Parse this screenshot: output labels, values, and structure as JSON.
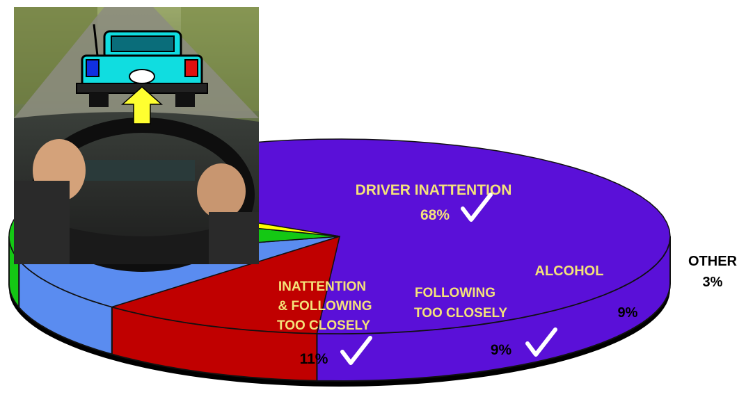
{
  "chart_data": {
    "type": "pie",
    "title": "",
    "slices": [
      {
        "label": "DRIVER INATTENTION",
        "value": 68,
        "display": "68%",
        "color": "#5a10d8",
        "label_color": "#f4e27a",
        "value_color": "#f4e27a",
        "check": true
      },
      {
        "label": "INATTENTION & FOLLOWING TOO CLOSELY",
        "lines": [
          "INATTENTION",
          "& FOLLOWING",
          "TOO CLOSELY"
        ],
        "value": 11,
        "display": "11%",
        "color": "#c00000",
        "label_color": "#f4e27a",
        "value_color": "#000000",
        "check": true
      },
      {
        "label": "FOLLOWING TOO CLOSELY",
        "lines": [
          "FOLLOWING",
          "TOO CLOSELY"
        ],
        "value": 9,
        "display": "9%",
        "color": "#5a8cf0",
        "label_color": "#f4e27a",
        "value_color": "#000000",
        "check": true
      },
      {
        "label": "ALCOHOL",
        "value": 9,
        "display": "9%",
        "color": "#14c814",
        "label_color": "#f4e27a",
        "value_color": "#000000",
        "check": false
      },
      {
        "label": "OTHER",
        "value": 3,
        "display": "3%",
        "color": "#ffff00",
        "label_color": "#000000",
        "value_color": "#000000",
        "check": false
      }
    ]
  },
  "photo": {
    "icon": "driver-steering-wheel-photo"
  },
  "colors": {
    "edge": "#111111",
    "side_dark": "#000000"
  }
}
